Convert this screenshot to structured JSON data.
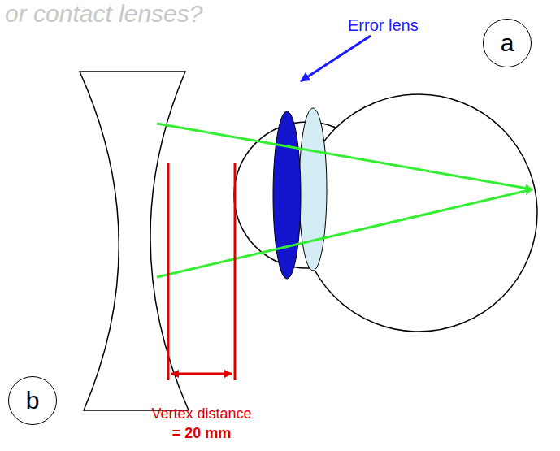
{
  "diagram": {
    "nodes": [
      {
        "text": [
          "a"
        ]
      },
      {
        "text": [
          "b"
        ]
      }
    ],
    "labels": [
      "or contact lenses?",
      "Error lens",
      "Vertex distance",
      "= 20 mm"
    ]
  }
}
